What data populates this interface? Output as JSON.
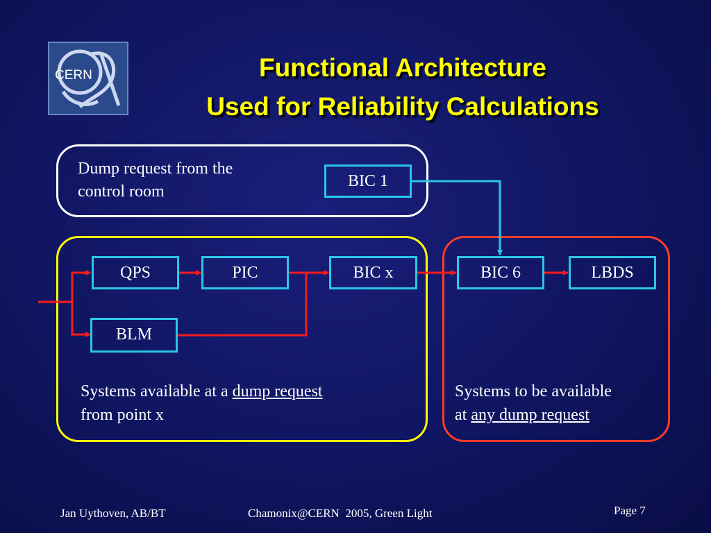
{
  "logo": {
    "text": "CERN"
  },
  "title": {
    "line1": "Functional Architecture",
    "line2": "Used for Reliability Calculations"
  },
  "diagram": {
    "top_region": {
      "text_line1": "Dump request from the",
      "text_line2": "control room",
      "box": "BIC 1"
    },
    "left_region": {
      "boxes": {
        "qps": "QPS",
        "pic": "PIC",
        "bicx": "BIC x",
        "blm": "BLM"
      },
      "caption_line1_prefix": "Systems available at a ",
      "caption_line1_underlined": "dump request",
      "caption_line2": "from point x"
    },
    "right_region": {
      "boxes": {
        "bic6": "BIC 6",
        "lbds": "LBDS"
      },
      "caption_line1": "Systems to be available",
      "caption_line2_prefix": "at ",
      "caption_line2_underlined": "any dump request"
    },
    "colors": {
      "top_region_border": "#ffffff",
      "left_region_border": "#ffff00",
      "right_region_border": "#ff3b2a",
      "box_border": "#2bc6e8",
      "red_link": "#ff1a1a",
      "cyan_link": "#2bc6e8"
    }
  },
  "footer": {
    "author": "Jan Uythoven, AB/BT",
    "event": "Chamonix@CERN  2005, Green Light",
    "page": "Page 7"
  }
}
